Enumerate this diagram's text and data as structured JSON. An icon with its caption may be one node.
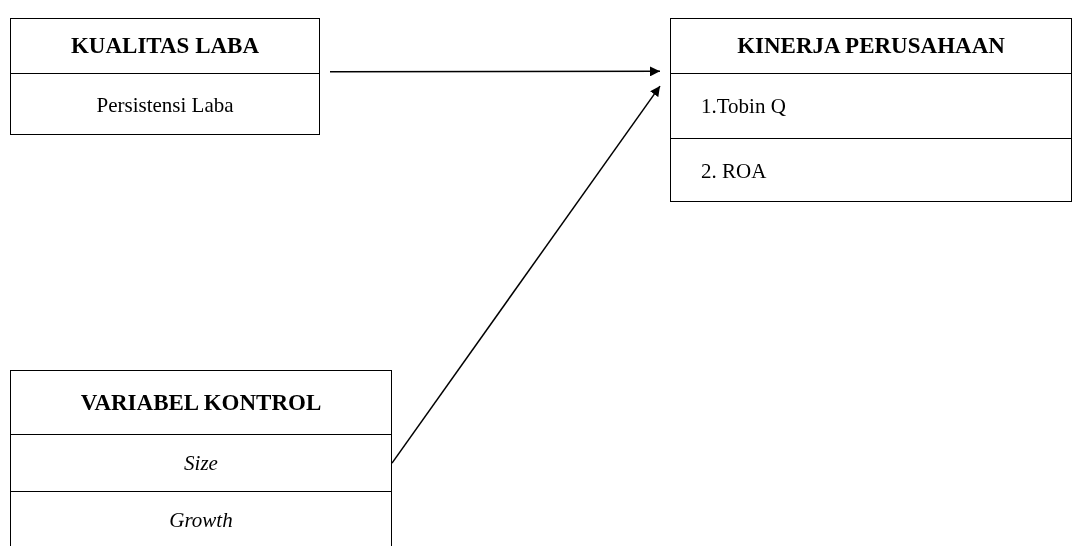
{
  "diagram": {
    "nodes": [
      {
        "text": [
          "KUALITAS LABA",
          "Persistensi Laba"
        ]
      },
      {
        "text": [
          "KINERJA PERUSAHAAN",
          "1.Tobin  Q",
          "2. ROA"
        ]
      },
      {
        "text": [
          "VARIABEL KONTROL",
          "Size",
          "Growth"
        ]
      }
    ],
    "edges": [
      {
        "from": 0,
        "to": 1,
        "arrow": "to"
      },
      {
        "from": 2,
        "to": 1,
        "arrow": "to"
      }
    ]
  }
}
